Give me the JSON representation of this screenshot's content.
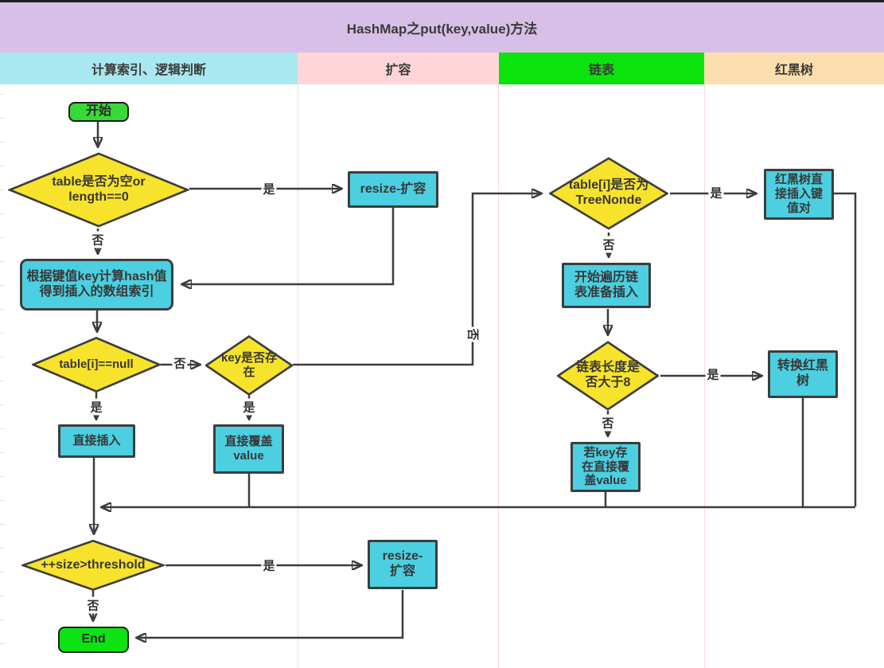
{
  "title": "HashMap之put(key,value)方法",
  "lanes": [
    {
      "label": "计算索引、逻辑判断"
    },
    {
      "label": "扩容"
    },
    {
      "label": "链表"
    },
    {
      "label": "红黑树"
    }
  ],
  "labels": {
    "yes": "是",
    "no": "否"
  },
  "nodes": {
    "start": {
      "label": "开始"
    },
    "d_empty": {
      "label": "table是否为空or length==0"
    },
    "resize1": {
      "label": "resize-扩容"
    },
    "hash": {
      "label": "根据键值key计算hash值得到插入的数组索引"
    },
    "d_null": {
      "label": "table[i]==null"
    },
    "d_keyexist": {
      "label": "key是否存在"
    },
    "insert": {
      "label": "直接插入"
    },
    "cover": {
      "label": "直接覆盖value"
    },
    "d_treenode": {
      "label": "table[i]是否为TreeNonde"
    },
    "rb_insert": {
      "label": "红黑树直接插入键值对"
    },
    "traverse": {
      "label": "开始遍历链表准备插入"
    },
    "d_len8": {
      "label": "链表长度是否大于8"
    },
    "convert": {
      "label": "转换红黑树"
    },
    "key_cover": {
      "label": "若key存在直接覆盖value"
    },
    "d_threshold": {
      "label": "++size>threshold"
    },
    "resize2": {
      "label": "resize-扩容"
    },
    "end": {
      "label": "End"
    }
  },
  "colors": {
    "title_bg": "#d8bfe7",
    "lane_index_bg": "#a9e8f0",
    "lane_resize_bg": "#ffd5d9",
    "lane_list_bg": "#0ce20c",
    "lane_tree_bg": "#fbdfae",
    "diamond_fill": "#f7e32b",
    "process_fill": "#4ccfe0",
    "start_fill": "#38d838",
    "end_fill": "#0ce312",
    "stroke": "#3d3d3d",
    "text": "#333333"
  }
}
